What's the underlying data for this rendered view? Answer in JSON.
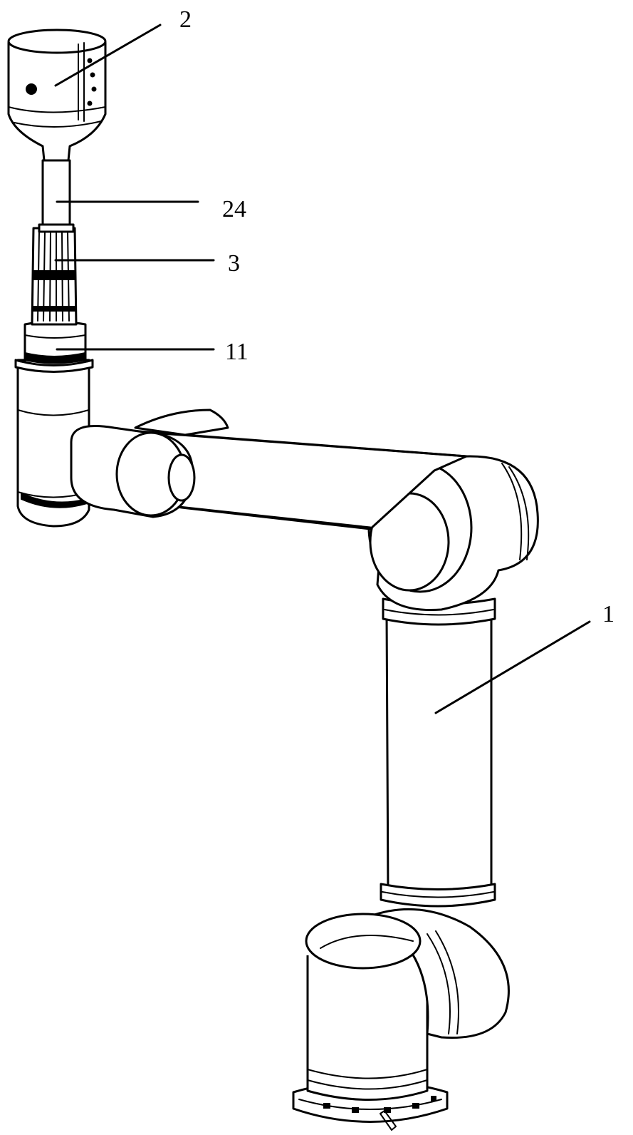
{
  "figure": {
    "labels": [
      {
        "id": "label-2",
        "text": "2"
      },
      {
        "id": "label-24",
        "text": "24"
      },
      {
        "id": "label-3",
        "text": "3"
      },
      {
        "id": "label-11",
        "text": "11"
      },
      {
        "id": "label-1",
        "text": "1"
      }
    ]
  }
}
